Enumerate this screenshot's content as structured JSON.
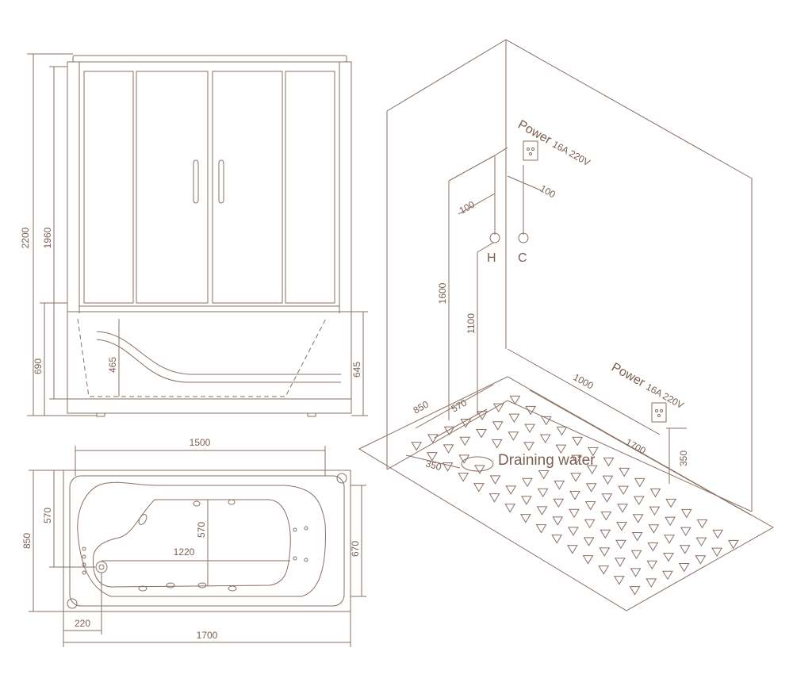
{
  "colors": {
    "line": "#8a6f62",
    "text": "#7a5e52",
    "background": "#ffffff"
  },
  "front_view": {
    "dim_total_height": "2200",
    "dim_cabin_height": "1960",
    "dim_tub_height": "690",
    "dim_tub_inner_depth": "465",
    "dim_tub_side_height": "645"
  },
  "top_view": {
    "dim_inner_length": "1500",
    "dim_width": "850",
    "dim_left_width": "570",
    "dim_basin_width": "570",
    "dim_basin_length": "1220",
    "dim_right_width": "670",
    "dim_drain_offset": "220",
    "dim_total_length": "1700"
  },
  "installation_view": {
    "power_top_label": "Power",
    "power_top_rating": "16A  220V",
    "power_bottom_label": "Power",
    "power_bottom_rating": "16A  220V",
    "dim_left_100": "100",
    "dim_right_100": "100",
    "hot_label": "H",
    "cold_label": "C",
    "dim_1600": "1600",
    "dim_1100": "1100",
    "dim_1000": "1000",
    "dim_850": "850",
    "dim_570": "570",
    "dim_1700": "1700",
    "dim_350_right": "350",
    "dim_350_drain": "350",
    "drain_label": "Draining water"
  }
}
